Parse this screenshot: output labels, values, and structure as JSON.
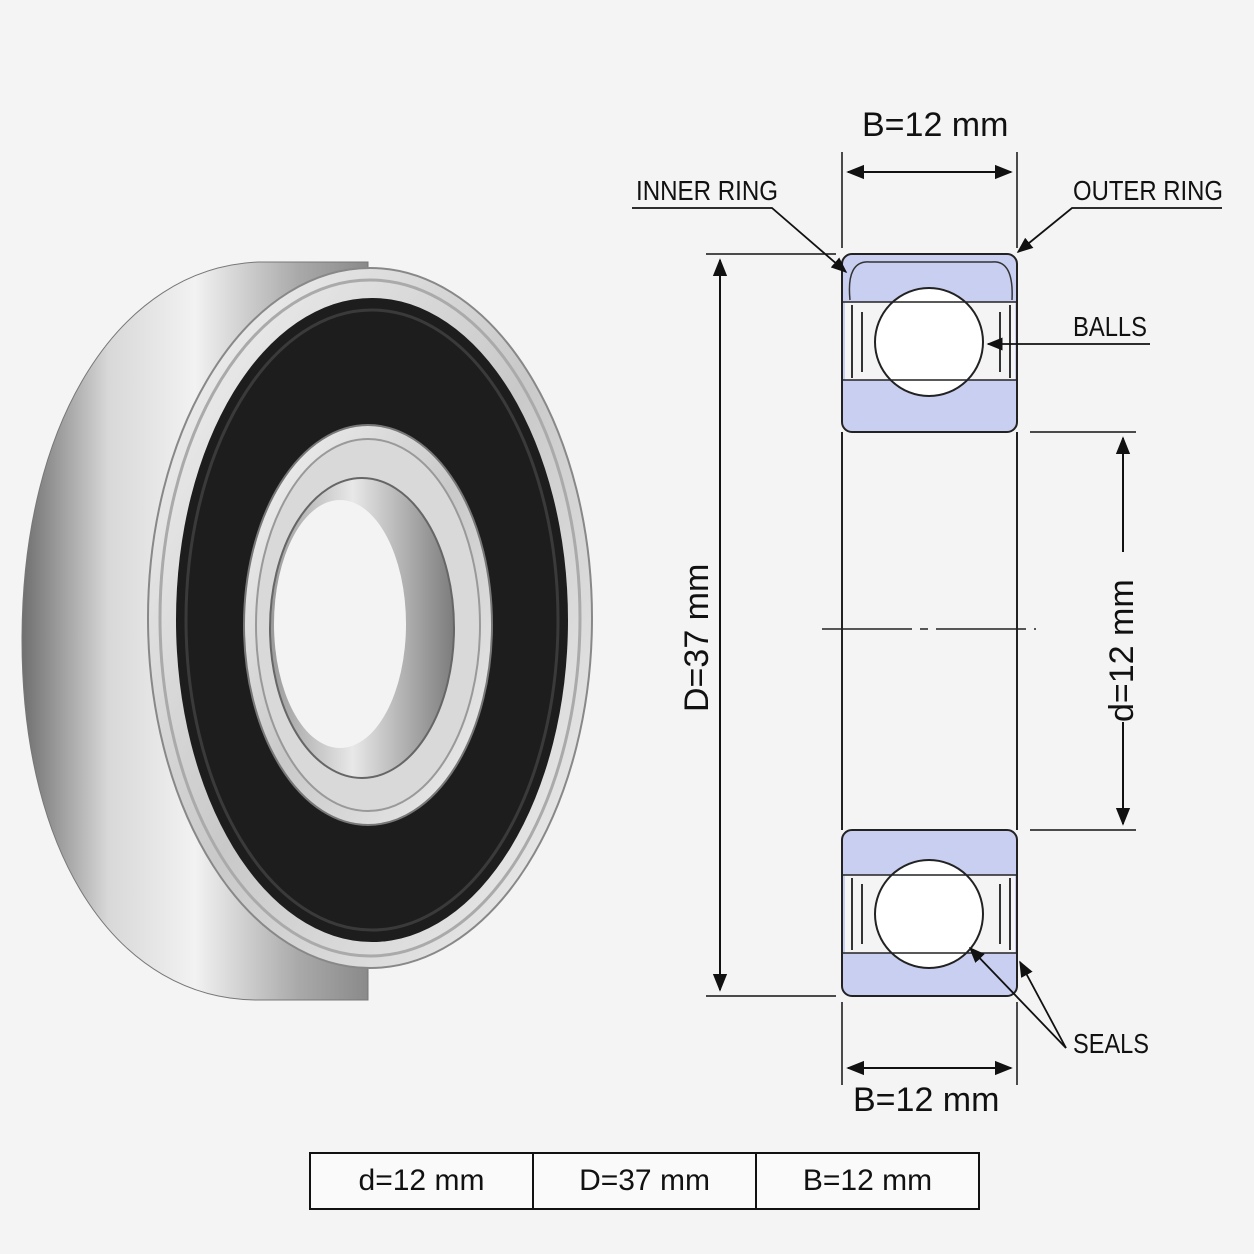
{
  "labels": {
    "inner_ring": "INNER RING",
    "outer_ring": "OUTER RING",
    "balls": "BALLS",
    "seals": "SEALS"
  },
  "dimensions": {
    "width_top": "B=12 mm",
    "width_bottom": "B=12 mm",
    "outer_diameter": "D=37 mm",
    "inner_diameter": "d=12 mm"
  },
  "spec_table": [
    {
      "text": "d=12 mm"
    },
    {
      "text": "D=37 mm"
    },
    {
      "text": "B=12 mm"
    }
  ],
  "colors": {
    "ring_fill": "#c9cff0",
    "ring_stroke": "#222222",
    "seal_black": "#1d1d1d",
    "steel": "#c8c8c8"
  }
}
